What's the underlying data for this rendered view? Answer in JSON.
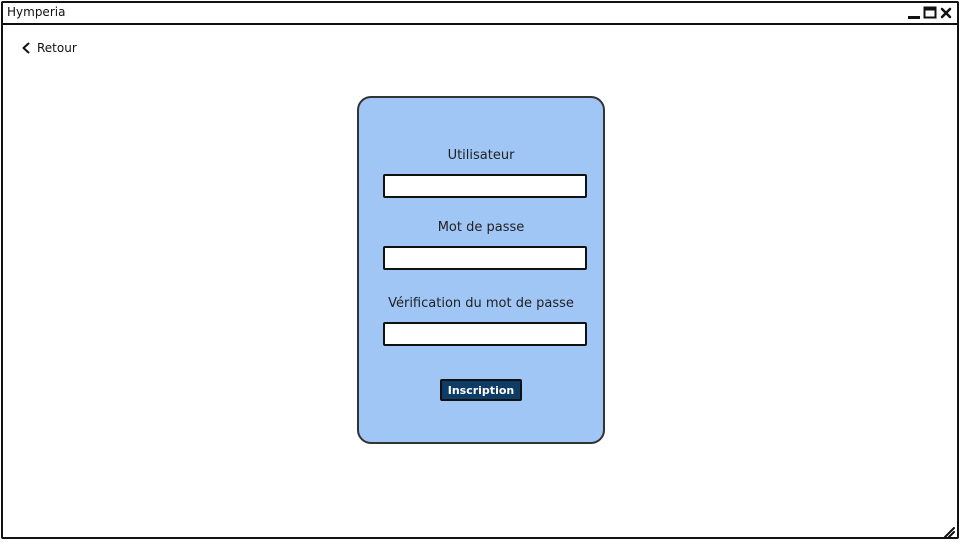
{
  "window": {
    "title": "Hymperia",
    "controls": [
      "minimize-icon",
      "maximize-icon",
      "close-icon"
    ]
  },
  "nav": {
    "back_label": "Retour",
    "back_icon": "chevron-left-icon"
  },
  "form": {
    "background_color": "#a0c6f6",
    "fields": [
      {
        "label": "Utilisateur",
        "value": ""
      },
      {
        "label": "Mot de passe",
        "value": ""
      },
      {
        "label": "Vérification du mot de passe",
        "value": ""
      }
    ],
    "submit_label": "Inscription",
    "submit_color": "#0e3c66"
  }
}
